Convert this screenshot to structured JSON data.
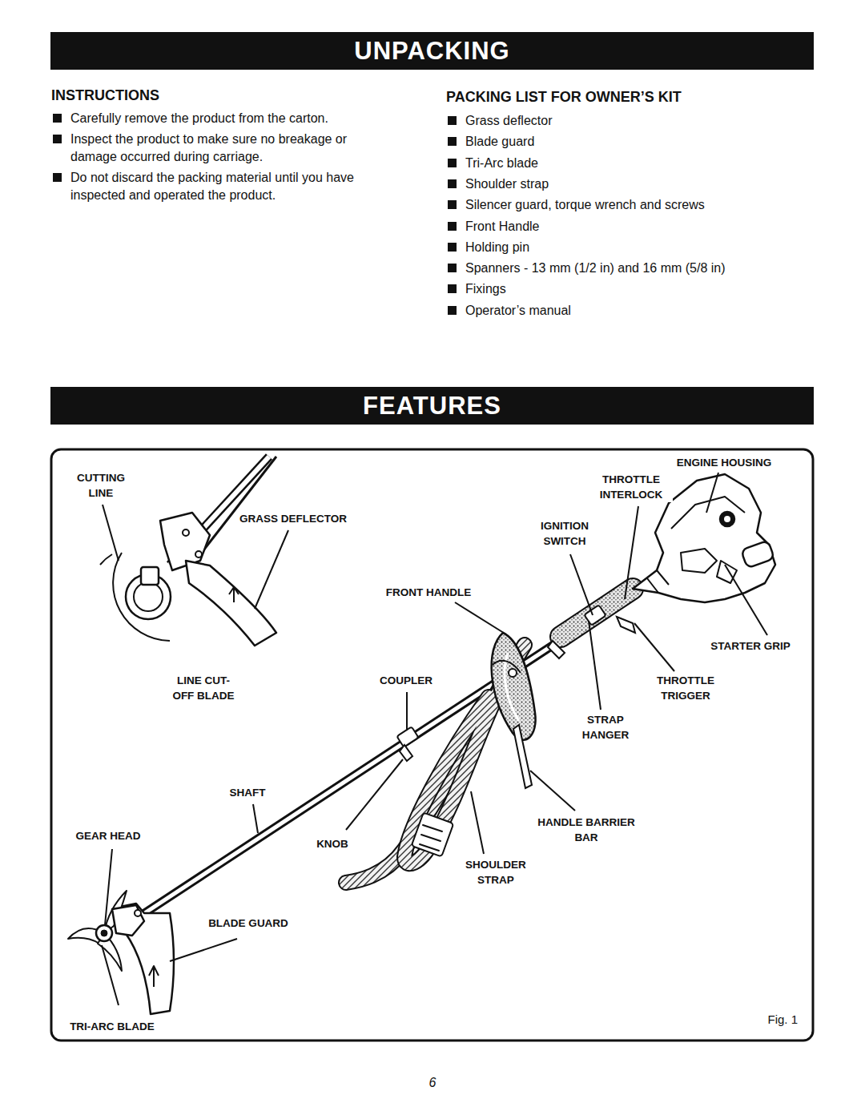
{
  "diagram": {
    "nodes": [
      {
        "text": [
          "UNPACKING"
        ]
      },
      {
        "text": [
          "FEATURES"
        ]
      }
    ],
    "labels": [
      "INSTRUCTIONS",
      "Carefully remove the product from the carton.",
      "Inspect the product to make sure no breakage or damage occurred during carriage.",
      "Do not discard the packing material until you have inspected and operated the product.",
      "PACKING LIST FOR OWNER’S KIT",
      "Grass deflector",
      "Blade guard",
      "Tri-Arc blade",
      "Shoulder strap",
      "Silencer guard, torque wrench and screws",
      "Front Handle",
      "Holding pin",
      "Spanners - 13 mm (1/2 in) and 16 mm (5/8 in)",
      "Fixings",
      "Operator’s manual",
      "ENGINE HOUSING",
      "CUTTING LINE",
      "THROTTLE INTERLOCK",
      "GRASS DEFLECTOR",
      "IGNITION SWITCH",
      "FRONT HANDLE",
      "STARTER GRIP",
      "LINE CUT- OFF BLADE",
      "COUPLER",
      "THROTTLE TRIGGER",
      "STRAP HANGER",
      "SHAFT",
      "HANDLE BARRIER BAR",
      "GEAR HEAD",
      "KNOB",
      "SHOULDER STRAP",
      "BLADE GUARD",
      "TRI-ARC BLADE",
      "Fig. 1",
      "6"
    ]
  }
}
